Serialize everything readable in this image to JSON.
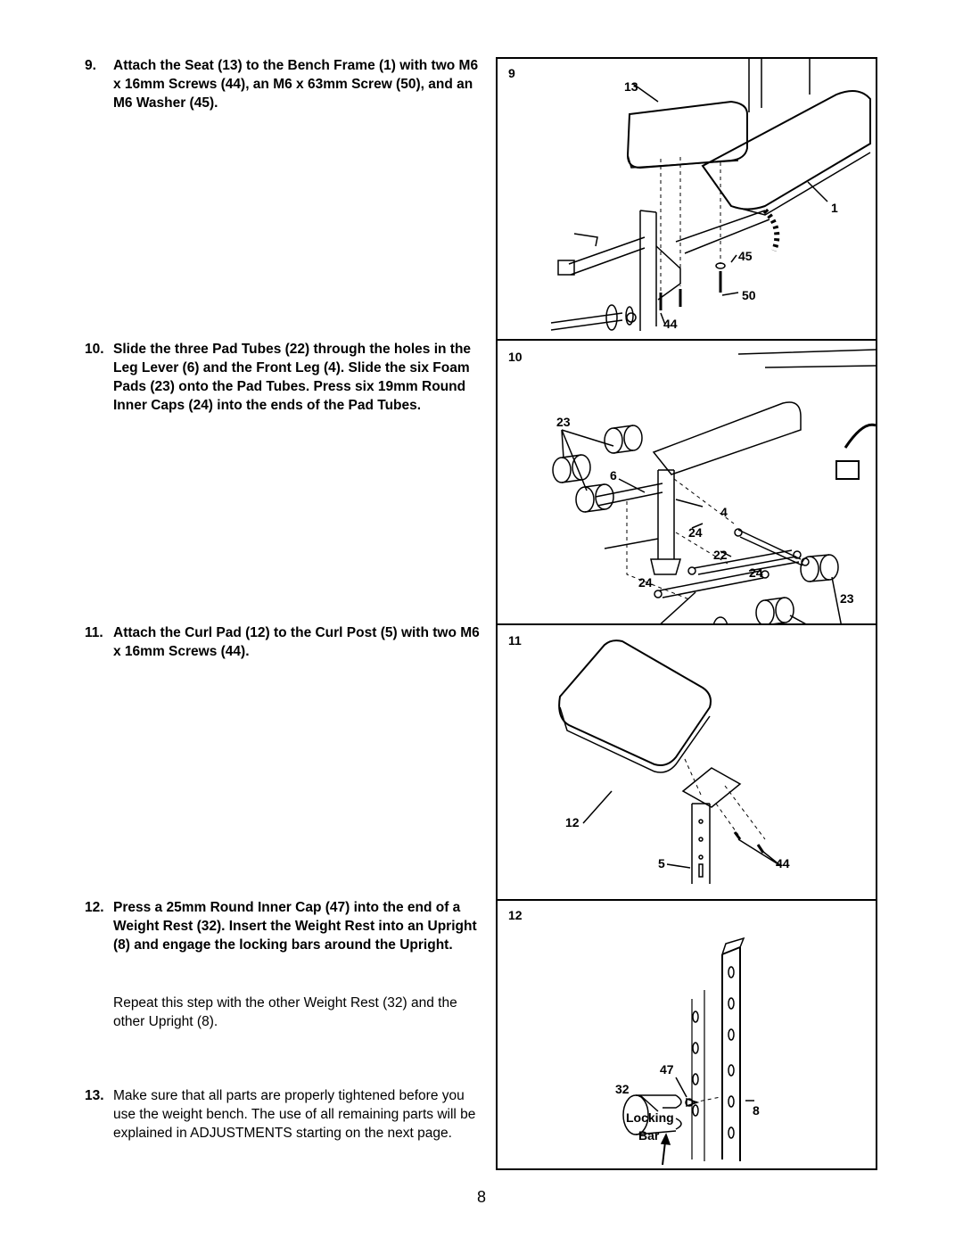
{
  "steps": [
    {
      "number": "9.",
      "text": "Attach the Seat (13) to the Bench Frame (1) with two M6 x 16mm Screws (44), an M6 x 63mm Screw (50), and an M6 Washer (45)."
    },
    {
      "number": "10.",
      "text": "Slide the three Pad Tubes (22) through the holes in the Leg Lever (6) and the Front Leg (4). Slide the six Foam Pads (23) onto the Pad Tubes. Press six 19mm Round Inner Caps (24) into the ends of the Pad Tubes."
    },
    {
      "number": "11.",
      "text": "Attach the Curl Pad (12) to the Curl Post (5) with two M6 x 16mm Screws (44)."
    },
    {
      "number": "12.",
      "text": "Press a 25mm Round Inner Cap (47) into the end of a Weight Rest (32). Insert the Weight Rest into an Upright (8) and engage the locking bars around the Upright."
    },
    {
      "number": "13.",
      "text": "Make sure that all parts are properly tightened before you use the weight bench. The use of all remaining parts will be explained in ADJUSTMENTS starting on the next page."
    }
  ],
  "step12_note": "Repeat this step with the other Weight Rest (32) and the other Upright (8).",
  "figures": {
    "fig9": {
      "number": "9",
      "labels": {
        "seat": "13",
        "frame": "1",
        "washer": "45",
        "screw63": "50",
        "screws16": "44"
      }
    },
    "fig10": {
      "number": "10",
      "labels": {
        "pads_top": "23",
        "leg_lever": "6",
        "front_leg": "4",
        "cap_a": "24",
        "pad_tube": "22",
        "cap_b": "24",
        "cap_c": "24",
        "pads_bottom": "23"
      }
    },
    "fig11": {
      "number": "11",
      "labels": {
        "curl_pad": "12",
        "curl_post": "5",
        "screws": "44"
      }
    },
    "fig12": {
      "number": "12",
      "labels": {
        "cap": "47",
        "weight_rest": "32",
        "upright": "8",
        "locking": "Locking",
        "bar": "Bar"
      }
    }
  },
  "page_number": "8"
}
